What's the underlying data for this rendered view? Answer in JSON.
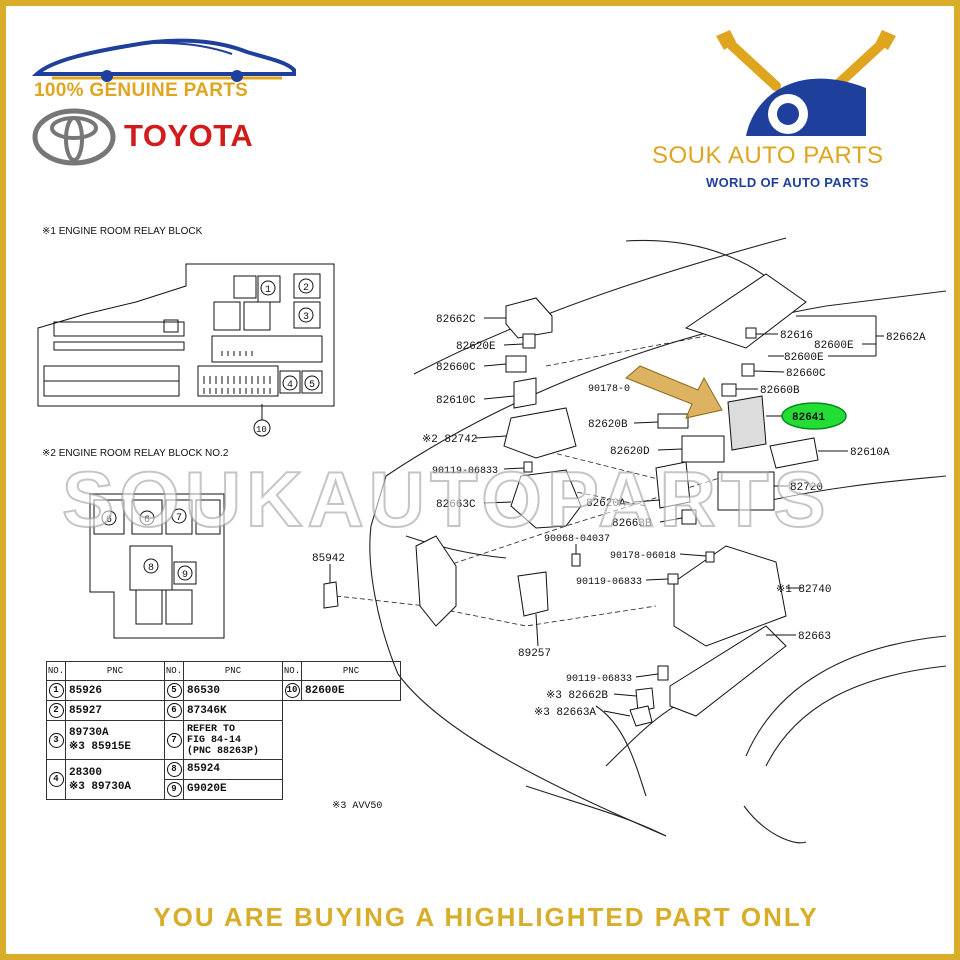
{
  "branding": {
    "genuine": "100% GENUINE PARTS",
    "brand": "TOYOTA",
    "shop_name": "SOUK AUTO PARTS",
    "shop_tagline": "WORLD OF AUTO PARTS",
    "watermark": "SOUKAUTOPARTS",
    "colors": {
      "gold": "#d8ad2a",
      "red": "#d21b1b",
      "blue": "#1f3f9c",
      "highlight": "#22dd33"
    }
  },
  "footer": "YOU ARE BUYING A HIGHLIGHTED PART ONLY",
  "diagram": {
    "inset1_title": "※1 ENGINE ROOM RELAY BLOCK",
    "inset2_title": "※2 ENGINE ROOM RELAY BLOCK NO.2",
    "inset1_nums": [
      "1",
      "2",
      "3",
      "4",
      "5",
      "10"
    ],
    "inset2_nums": [
      "6",
      "6",
      "7",
      "8",
      "9"
    ],
    "note": "※3 AVV50",
    "highlighted_part": "82641",
    "callouts": {
      "c82662C": "82662C",
      "c82620E_l": "82620E",
      "c82660C_l": "82660C",
      "c82610C": "82610C",
      "c82742": "※2 82742",
      "c90119a": "90119-06833",
      "c82663C": "82663C",
      "c85942": "85942",
      "c90178a": "90178-0",
      "c82620B": "82620B",
      "c82620D": "82620D",
      "c82620A": "82620A",
      "c82663B": "82663B",
      "c90068": "90068-04037",
      "c90178b": "90178-06018",
      "c90119b": "90119-06833",
      "c89257": "89257",
      "c90119c": "90119-06833",
      "c82662B": "※3 82662B",
      "c82663A": "※3 82663A",
      "c82616": "82616",
      "c82600E_r": "82600E",
      "c82662A": "82662A",
      "c82600E": "82600E",
      "c82660C_r": "82660C",
      "c82660B": "82660B",
      "c82610A": "82610A",
      "c82720": "82720",
      "c82740": "※1 82740",
      "c82663": "82663"
    }
  },
  "table": {
    "headers": [
      "NO.",
      "PNC",
      "NO.",
      "PNC",
      "NO.",
      "PNC"
    ],
    "r1": {
      "n1": "1",
      "p1": "85926",
      "n2": "5",
      "p2": "86530",
      "n3": "10",
      "p3": "82600E"
    },
    "r2": {
      "n1": "2",
      "p1": "85927",
      "n2": "6",
      "p2": "87346K"
    },
    "r3": {
      "n1": "3",
      "p1a": "89730A",
      "p1b": "※3 85915E",
      "n2": "7",
      "p2a": "REFER TO",
      "p2b": "FIG 84-14",
      "p2c": "(PNC 88263P)"
    },
    "r4": {
      "n1": "4",
      "p1a": "28300",
      "p1b": "※3 89730A",
      "n2a": "8",
      "p2a": "85924",
      "n2b": "9",
      "p2b": "G9020E"
    }
  }
}
